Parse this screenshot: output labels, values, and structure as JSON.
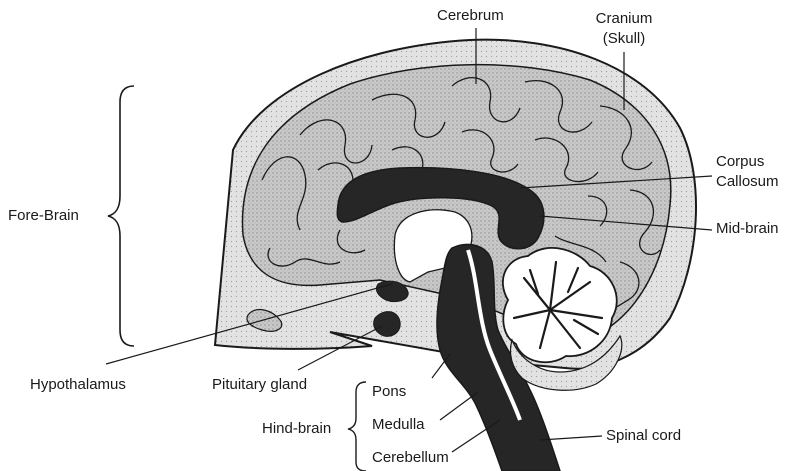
{
  "labels": {
    "cerebrum": "Cerebrum",
    "cranium": "Cranium",
    "skull": "(Skull)",
    "corpus": "Corpus",
    "callosum": "Callosum",
    "mid_brain": "Mid-brain",
    "fore_brain": "Fore-Brain",
    "hypothalamus": "Hypothalamus",
    "pituitary_gland": "Pituitary gland",
    "pons": "Pons",
    "medulla": "Medulla",
    "cerebellum": "Cerebellum",
    "hind_brain": "Hind-brain",
    "spinal_cord": "Spinal cord"
  },
  "colors": {
    "ink": "#1a1a1a",
    "gray_matter": "#c4c4c4",
    "cranium_fill": "#dcdcdc",
    "dark_structure": "#262626",
    "cavity": "#ffffff"
  }
}
